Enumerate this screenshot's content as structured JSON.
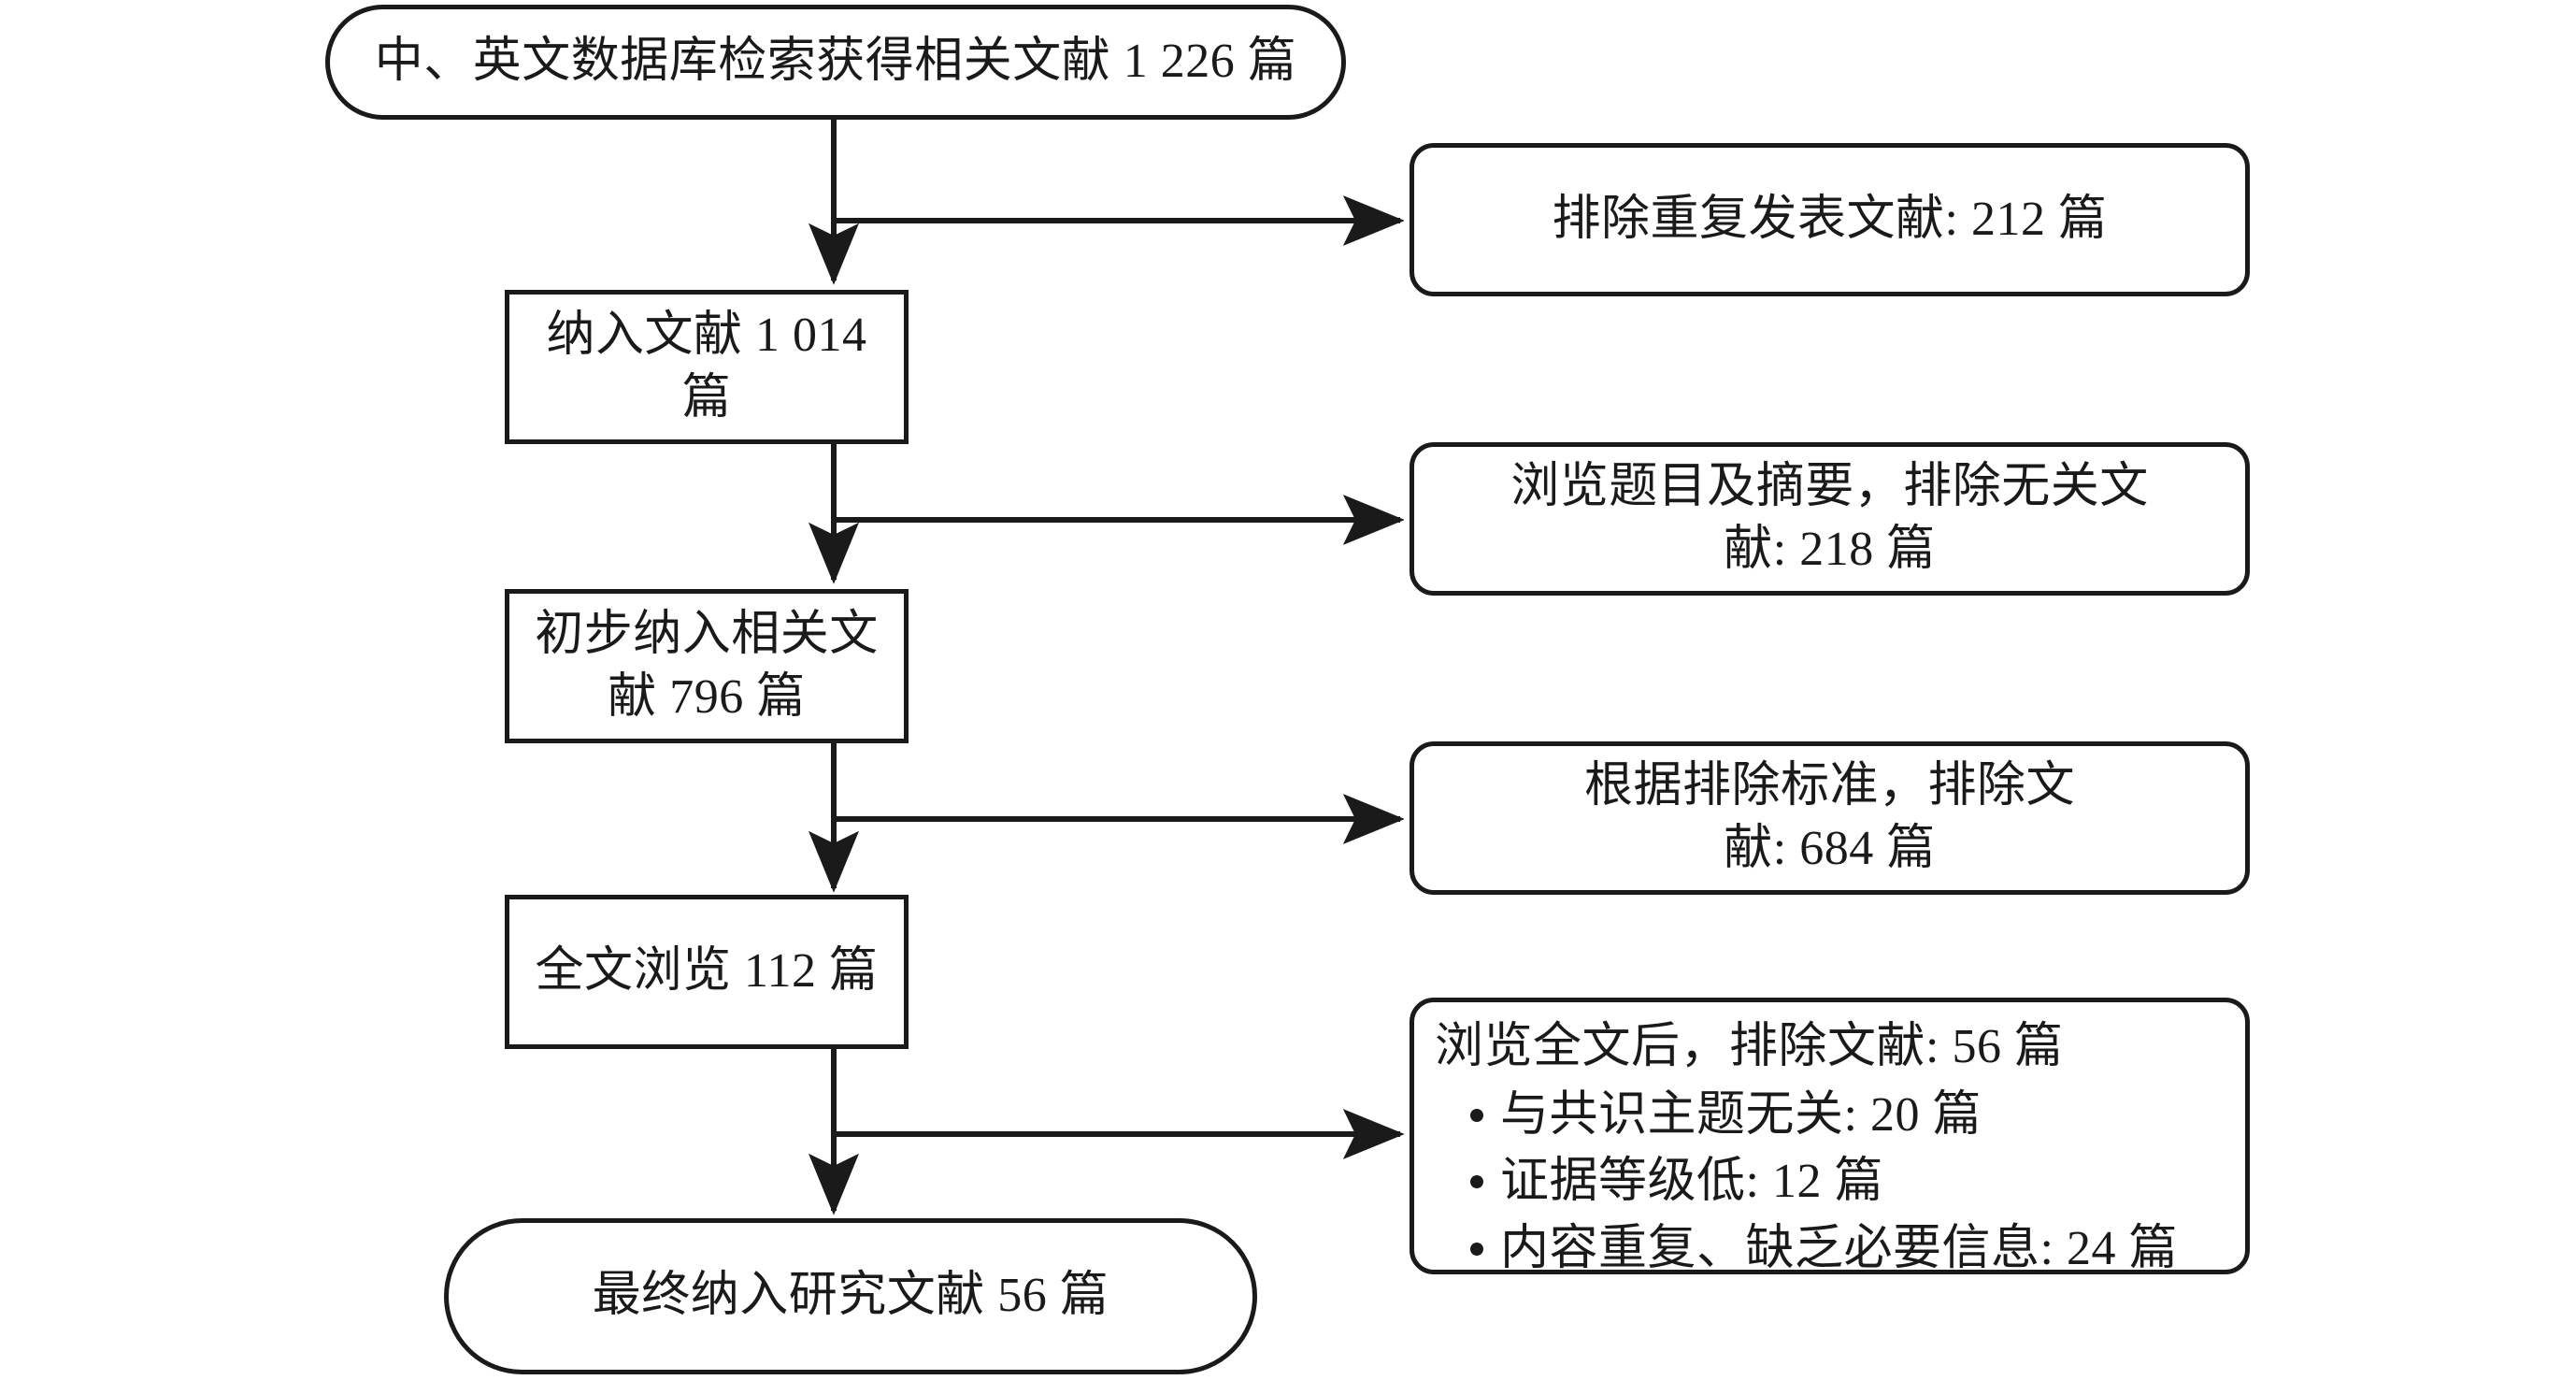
{
  "diagram": {
    "title": "文献筛选流程图",
    "type": "flowchart",
    "orientation": "top-to-bottom",
    "stroke_color": "#1a1a1a",
    "background_color": "#ffffff"
  },
  "nodes": {
    "search_results": {
      "label": "中、英文数据库检索获得相关文献 1 226 篇",
      "shape": "stadium",
      "count": 1226
    },
    "included_records": {
      "label": "纳入文献 1 014 篇",
      "shape": "rectangle",
      "count": 1014
    },
    "preliminary_included": {
      "label": "初步纳入相关文献 796 篇",
      "shape": "rectangle",
      "count": 796
    },
    "fulltext_review": {
      "label": "全文浏览 112 篇",
      "shape": "rectangle",
      "count": 112
    },
    "final_included": {
      "label": "最终纳入研究文献 56 篇",
      "shape": "stadium",
      "count": 56
    }
  },
  "exclusions": {
    "duplicates": {
      "label": "排除重复发表文献: 212 篇",
      "shape": "rounded-rectangle",
      "count": 212
    },
    "title_abstract": {
      "label": "浏览题目及摘要，排除无关文\n献: 218 篇",
      "shape": "rounded-rectangle",
      "count": 218
    },
    "exclusion_criteria": {
      "label": "根据排除标准，排除文\n献: 684 篇",
      "shape": "rounded-rectangle",
      "count": 684
    },
    "fulltext_excluded": {
      "shape": "rounded-rectangle",
      "heading": "浏览全文后，排除文献: 56 篇",
      "count": 56,
      "reasons": [
        {
          "label": "与共识主题无关: 20 篇",
          "count": 20
        },
        {
          "label": "证据等级低: 12 篇",
          "count": 12
        },
        {
          "label": "内容重复、缺乏必要信息: 24 篇",
          "count": 24
        }
      ]
    }
  }
}
